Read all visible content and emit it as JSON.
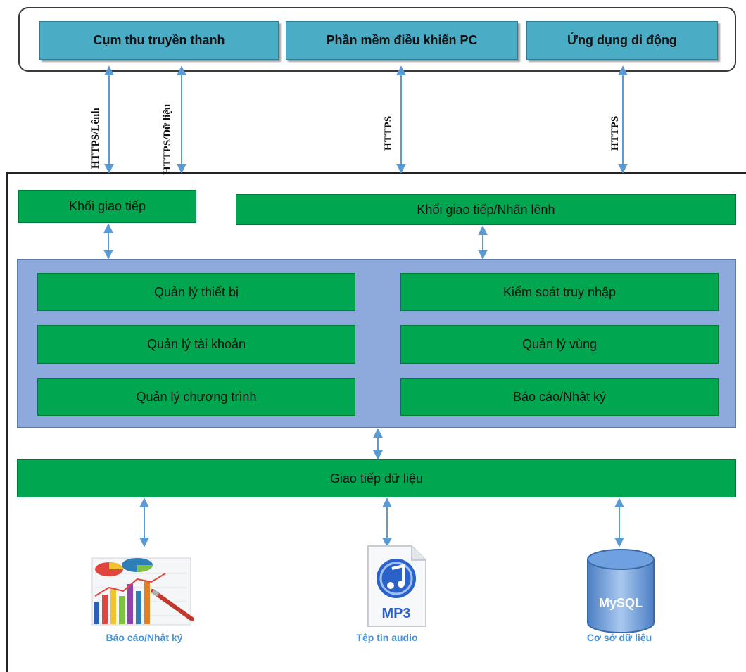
{
  "clients": {
    "broadcast": "Cụm thu truyền thanh",
    "pc_software": "Phần mềm điều khiển PC",
    "mobile_app": "Ứng dụng di động"
  },
  "links": {
    "https_command": "HTTPS/Lênh",
    "https_data": "HTTPS/Dữ liệu",
    "https_pc": "HTTPS",
    "https_mobile": "HTTPS"
  },
  "server": {
    "comm_block": "Khối giao tiếp",
    "comm_command_block": "Khối giao tiếp/Nhân lênh",
    "modules": {
      "device_mgmt": "Quản lý thiết bị",
      "access_control": "Kiểm soát truy nhập",
      "account_mgmt": "Quản lý tài khoản",
      "zone_mgmt": "Quản lý vùng",
      "program_mgmt": "Quản lý chương trình",
      "report_log": "Báo cáo/Nhật ký"
    },
    "data_interface": "Giao tiếp dữ liệu"
  },
  "storage": {
    "reports_caption": "Báo cáo/Nhật ký",
    "audio_caption": "Tệp tin audio",
    "mp3_label": "MP3",
    "db_caption": "Cơ sở dữ liệu",
    "db_logo_text": "MySQL"
  },
  "colors": {
    "client_box": "#4bacc6",
    "green_block": "#00a650",
    "core_panel": "#8eaadc",
    "arrow": "#5b9bd5",
    "caption": "#4a90d9"
  }
}
